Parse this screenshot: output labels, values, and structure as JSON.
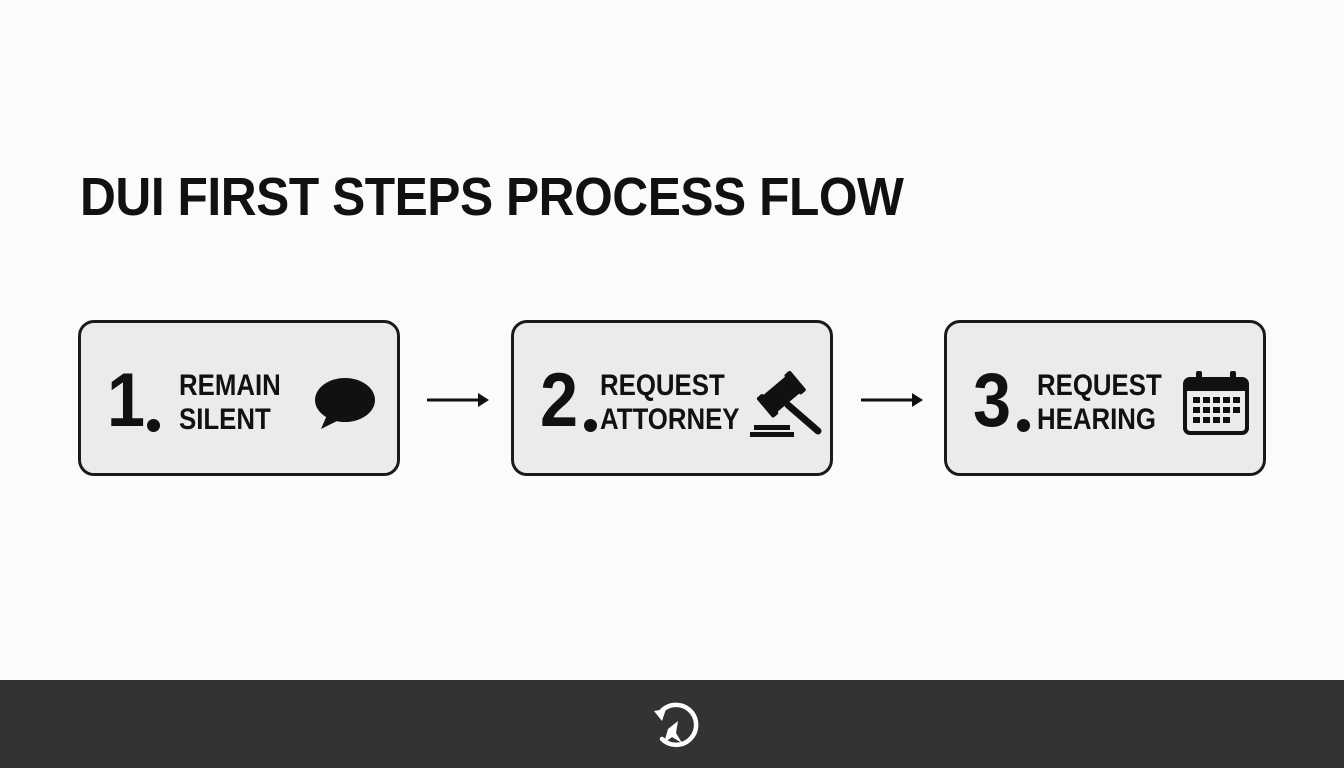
{
  "title": "DUI FIRST STEPS PROCESS FLOW",
  "steps": [
    {
      "number": "1",
      "line1": "REMAIN",
      "line2": "SILENT",
      "icon": "speech-bubble-icon"
    },
    {
      "number": "2",
      "line1": "REQUEST",
      "line2": "ATTORNEY",
      "icon": "gavel-icon"
    },
    {
      "number": "3",
      "line1": "REQUEST",
      "line2": "HEARING",
      "icon": "calendar-icon"
    }
  ],
  "colors": {
    "text": "#111111",
    "box_fill": "#ebebeb",
    "box_border": "#1a1a1a",
    "footer": "#333333",
    "background": "#fbfbfb"
  }
}
